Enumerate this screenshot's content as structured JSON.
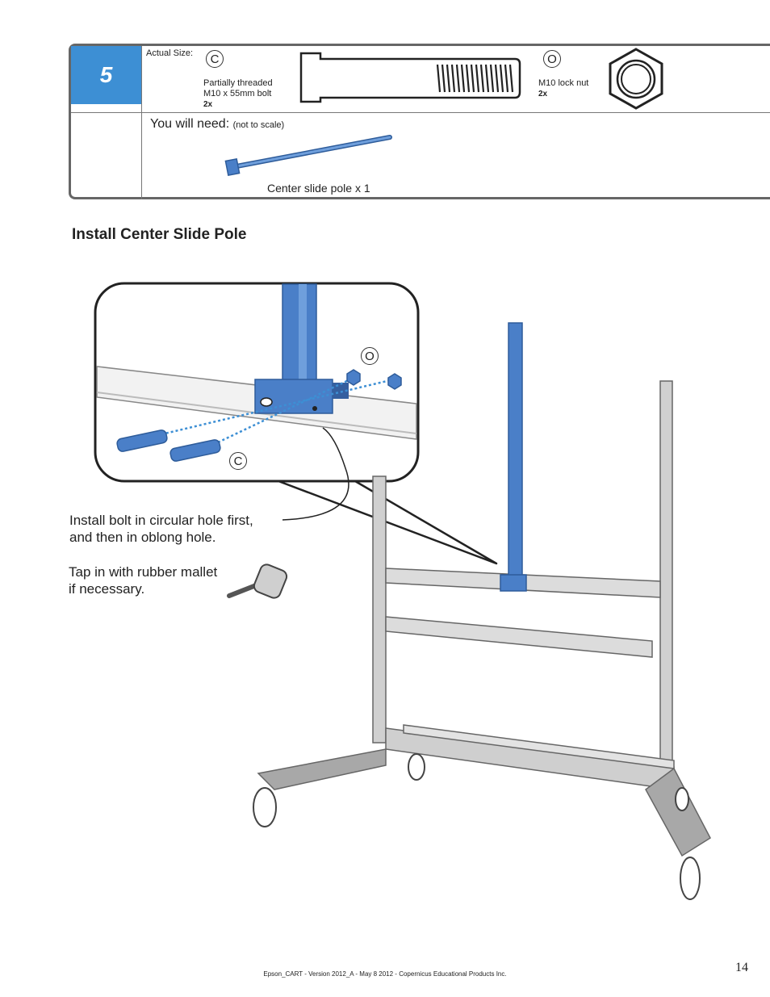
{
  "step": {
    "number": "5",
    "actual_size_label": "Actual Size:",
    "parts": [
      {
        "letter": "C",
        "desc_line1": "Partially threaded",
        "desc_line2": "M10 x 55mm bolt",
        "qty": "2x"
      },
      {
        "letter": "O",
        "desc_line1": "M10 lock nut",
        "qty": "2x"
      }
    ],
    "you_will_need": "You will need:",
    "not_to_scale": "(not to scale)",
    "pole_label": "Center slide pole x 1"
  },
  "section_title": "Install Center Slide Pole",
  "callouts": {
    "nut": "O",
    "bolt": "C"
  },
  "instructions": {
    "line1": "Install bolt in circular hole first,",
    "line2": "and then in oblong hole.",
    "line3": "Tap in with rubber mallet",
    "line4": "if necessary."
  },
  "footer": "Epson_CART - Version 2012_A - May 8 2012 - Copernicus Educational Products Inc.",
  "page_number": "14",
  "colors": {
    "accent": "#3d8fd4",
    "pole_blue": "#4a7fc8",
    "frame_grey": "#c8c8c8"
  }
}
